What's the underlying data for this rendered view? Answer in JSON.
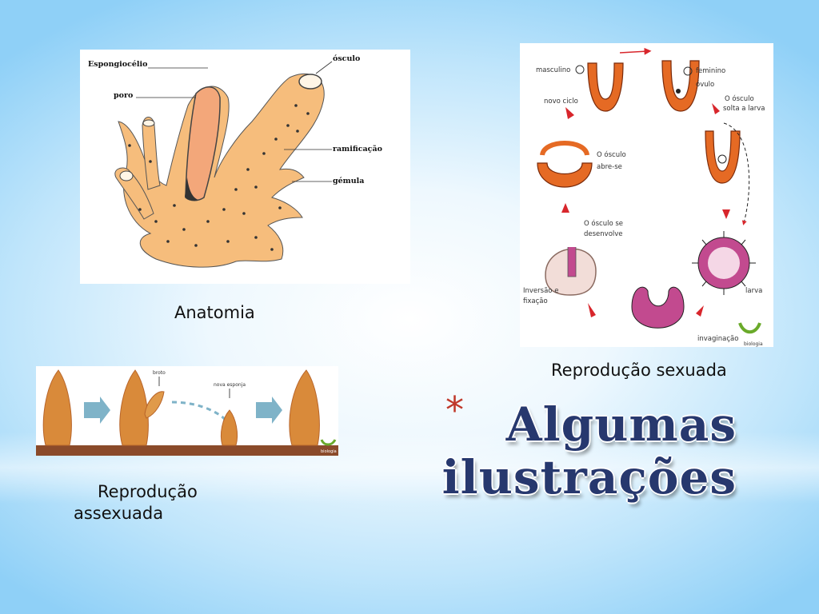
{
  "slide": {
    "title_line1": "Algumas",
    "title_line2": "ilustrações",
    "bullet": "*",
    "colors": {
      "title": "#27386e",
      "bullet": "#c0392b",
      "sponge": "#f6bd7c",
      "arrow_red": "#d8262c"
    }
  },
  "anatomy": {
    "caption": "Anatomia",
    "labels": {
      "espongiocelio": "Espongiocélio",
      "poro": "poro",
      "osculo": "ósculo",
      "ramificacao": "ramificação",
      "gemula": "gémula"
    }
  },
  "sexual": {
    "caption": "Reprodução sexuada",
    "labels": {
      "masculino": "masculino",
      "feminino": "feminino",
      "ovulo": "óvulo",
      "novo_ciclo": "novo ciclo",
      "osculo_solta_1": "O ósculo",
      "osculo_solta_2": "solta a larva",
      "abre_1": "O ósculo",
      "abre_2": "abre-se",
      "desenvolve_1": "O ósculo se",
      "desenvolve_2": "desenvolve",
      "larva": "larva",
      "inversao_1": "Inversão e",
      "inversao_2": "fixação",
      "invaginacao": "invaginação",
      "logo": "biologia"
    }
  },
  "asexual": {
    "caption": "Reprodução\nassexuada",
    "labels": {
      "broto": "broto",
      "nova_esponja": "nova esponja",
      "logo": "biologia"
    }
  }
}
